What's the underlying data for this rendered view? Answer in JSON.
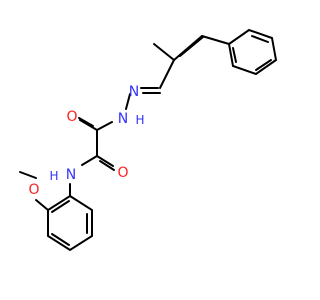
{
  "molecule": {
    "atom_labels": {
      "n_imine": "N",
      "nh_hydrazide": "N",
      "nh_hydrazide_h": "H",
      "o_carbonyl_1": "O",
      "o_carbonyl_2": "O",
      "nh_amide": "N",
      "nh_amide_h": "H",
      "o_methoxy": "O"
    },
    "colors": {
      "bond": "#000000",
      "nitrogen": "#3333ff",
      "oxygen": "#ff2020",
      "background": "#ffffff"
    }
  }
}
